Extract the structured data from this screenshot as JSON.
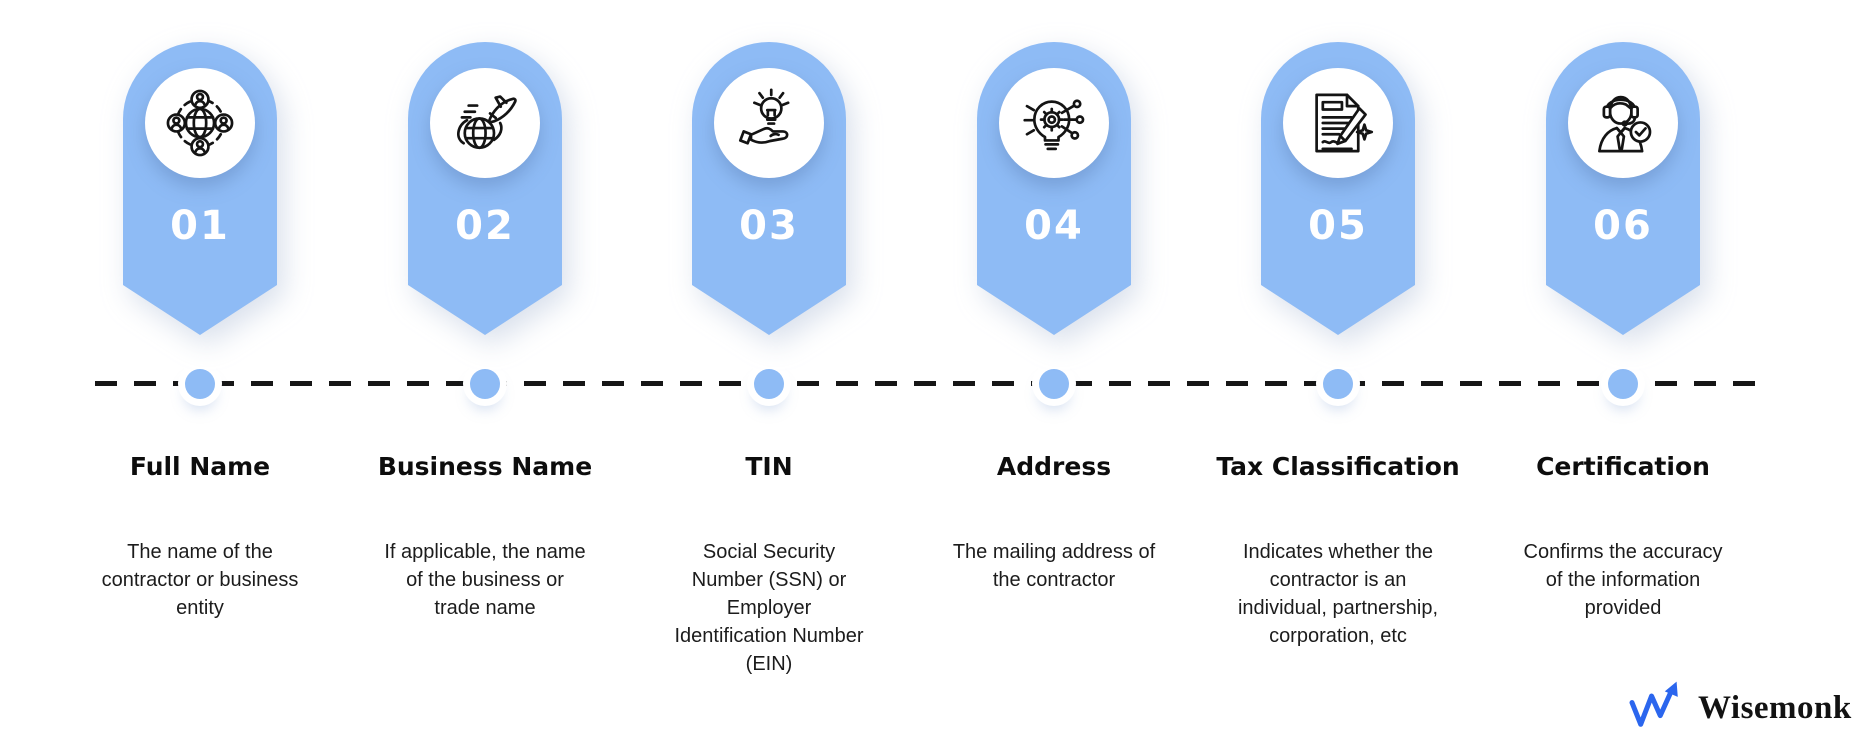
{
  "steps": [
    {
      "number": "01",
      "title": "Full Name",
      "description": "The name of the\ncontractor or business\nentity",
      "icon": "global-team-icon"
    },
    {
      "number": "02",
      "title": "Business Name",
      "description": "If applicable, the name\nof the business or\ntrade name",
      "icon": "plane-globe-icon"
    },
    {
      "number": "03",
      "title": "TIN",
      "description": "Social Security\nNumber (SSN) or\nEmployer\nIdentification Number\n(EIN)",
      "icon": "idea-hand-icon"
    },
    {
      "number": "04",
      "title": "Address",
      "description": "The mailing address of\nthe contractor",
      "icon": "bulb-gear-circuit-icon"
    },
    {
      "number": "05",
      "title": "Tax Classification",
      "description": "Indicates whether the\ncontractor is an\nindividual, partnership,\ncorporation, etc",
      "icon": "document-pen-icon"
    },
    {
      "number": "06",
      "title": "Certification",
      "description": "Confirms the accuracy\nof the information\nprovided",
      "icon": "support-agent-check-icon"
    }
  ],
  "branding": {
    "logo_text": "Wisemonk"
  },
  "colors": {
    "pin_blue": "#8EBBF5",
    "logo_blue": "#2B66EE",
    "dash_black": "#161616",
    "text_dark": "#0d0d0d"
  }
}
